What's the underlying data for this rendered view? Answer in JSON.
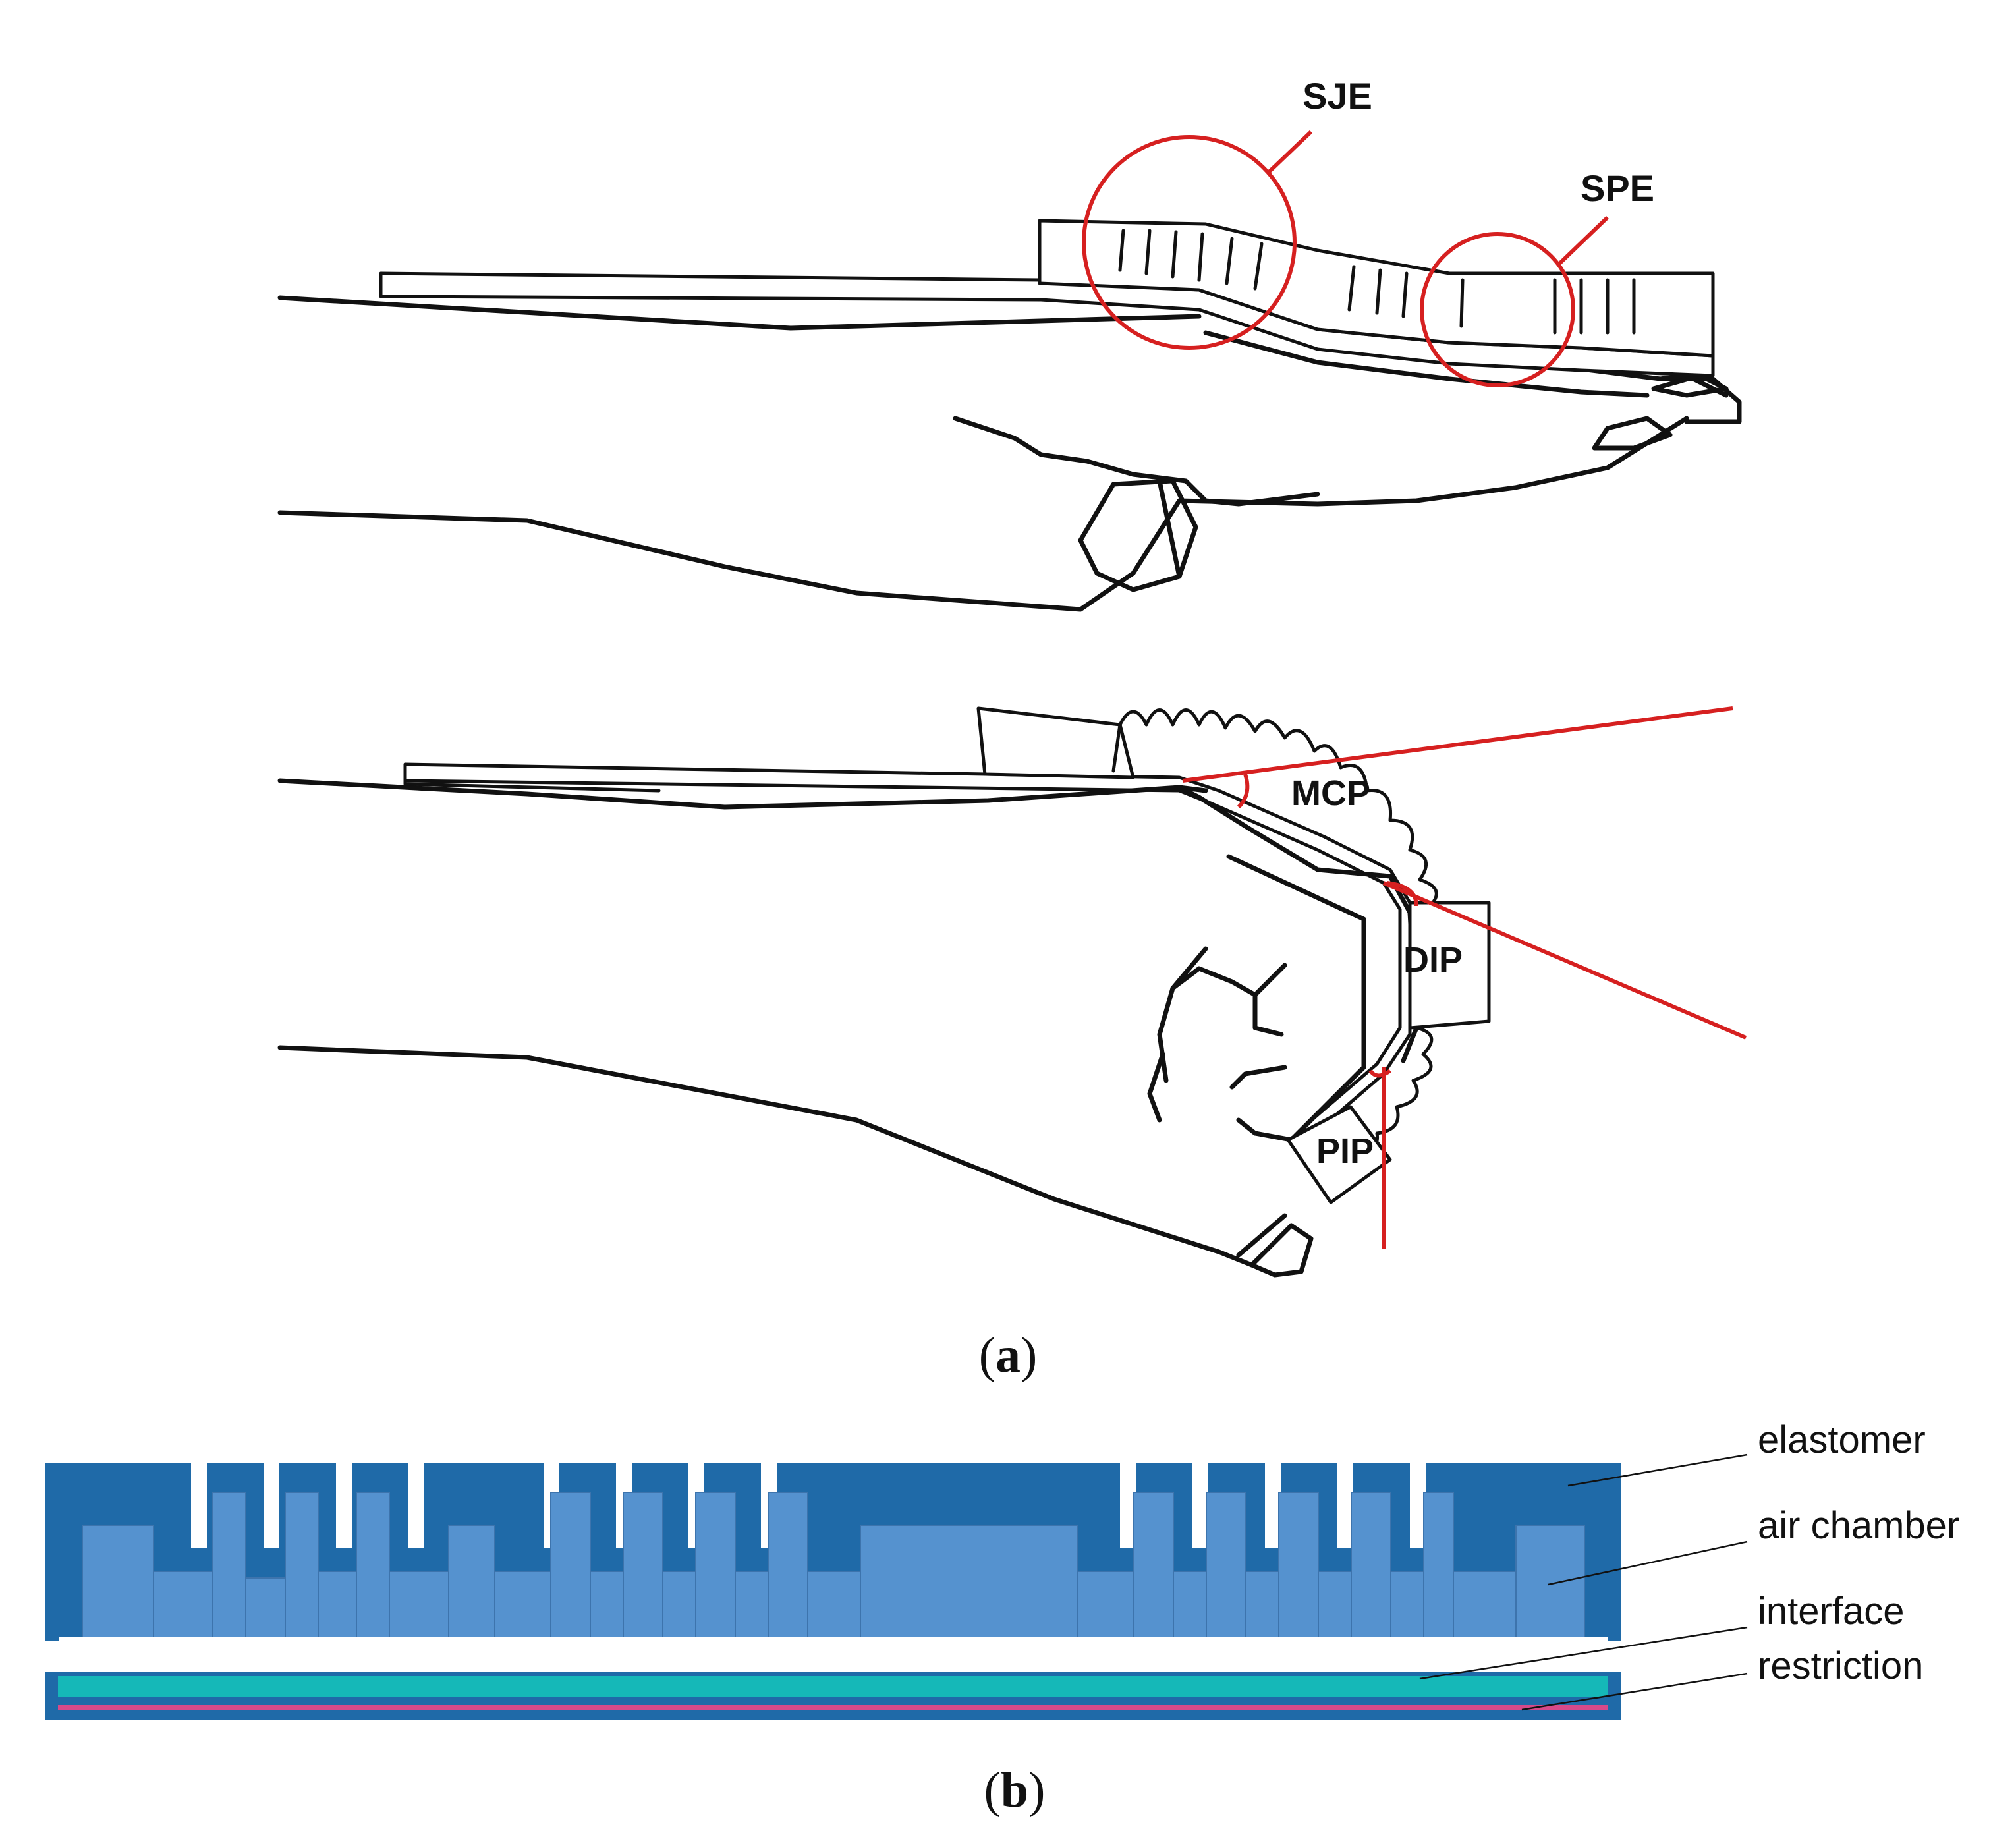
{
  "panel_a": {
    "caption_open": "(",
    "caption_letter": "a",
    "caption_close": ")",
    "labels": {
      "sje": "SJE",
      "spe": "SPE",
      "mcp": "MCP",
      "dip": "DIP",
      "pip": "PIP"
    },
    "highlight_color": "#d62020"
  },
  "panel_b": {
    "caption_open": "(",
    "caption_letter": "b",
    "caption_close": ")",
    "legend": {
      "elastomer": "elastomer",
      "air_chamber": "air chamber",
      "interface": "interface",
      "restriction": "restriction"
    },
    "colors": {
      "elastomer": "#1f6aa8",
      "air_chamber": "#5592cf",
      "interface": "#15b8b8",
      "restriction": "#d64a8a"
    }
  }
}
